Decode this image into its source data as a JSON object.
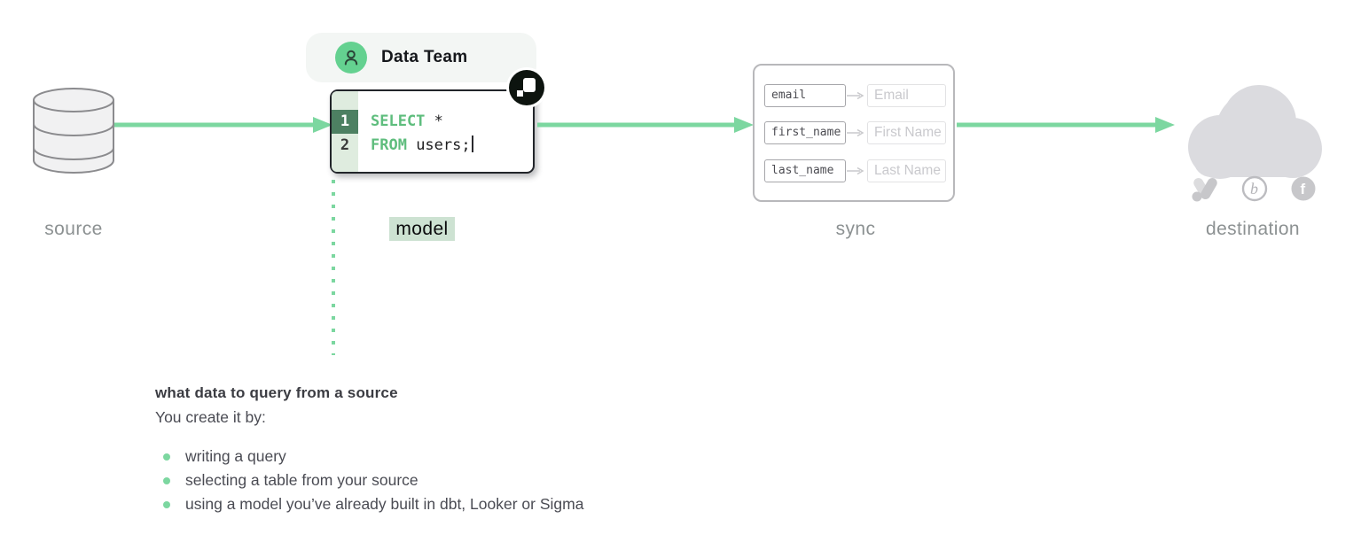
{
  "palette": {
    "arrow_green": "#7cd7a0",
    "avatar_green": "#64d190",
    "badge_bg": "#f3f6f4",
    "gutter_green": "#dfecdf",
    "line1_green": "#4d8062",
    "keyword_green": "#5ebd7d",
    "model_highlight": "#cde2d2",
    "label_gray": "#8c9192",
    "cloud_gray": "#dbdbdf",
    "icon_gray": "#c7c7ca",
    "badge_black": "#0d140f"
  },
  "diagram": {
    "stage_labels": [
      {
        "id": "source",
        "label": "source"
      },
      {
        "id": "model",
        "label": "model"
      },
      {
        "id": "sync",
        "label": "sync"
      },
      {
        "id": "destination",
        "label": "destination"
      }
    ],
    "data_team": {
      "label": "Data Team"
    },
    "code_editor": {
      "lines": [
        {
          "num": "1",
          "keyword": "SELECT",
          "rest": " *"
        },
        {
          "num": "2",
          "keyword": "FROM",
          "rest": " users;"
        }
      ]
    },
    "sync_box": {
      "mappings": [
        {
          "source": "email",
          "dest": "Email"
        },
        {
          "source": "first_name",
          "dest": "First Name"
        },
        {
          "source": "last_name",
          "dest": "Last Name"
        }
      ]
    },
    "destination_icons": [
      {
        "name": "google-ads-icon"
      },
      {
        "name": "braze-icon",
        "glyph": "b"
      },
      {
        "name": "facebook-icon",
        "glyph": "f"
      }
    ]
  },
  "notes": {
    "heading": "what data to query from a source",
    "subheading": "You create it by:",
    "bullets": [
      {
        "text": "writing a query"
      },
      {
        "text": "selecting a table from your source"
      },
      {
        "text": "using a model you’ve already built in dbt, Looker or Sigma"
      }
    ]
  }
}
